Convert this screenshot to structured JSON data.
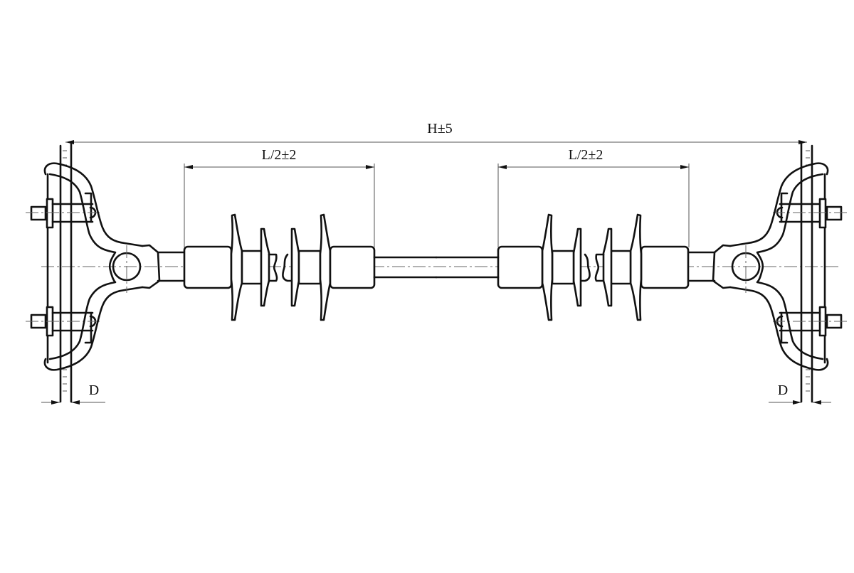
{
  "dimensions": {
    "overall_length": "H±5",
    "left_half_length": "L/2±2",
    "right_half_length": "L/2±2",
    "left_pole_diameter": "D",
    "right_pole_diameter": "D"
  }
}
